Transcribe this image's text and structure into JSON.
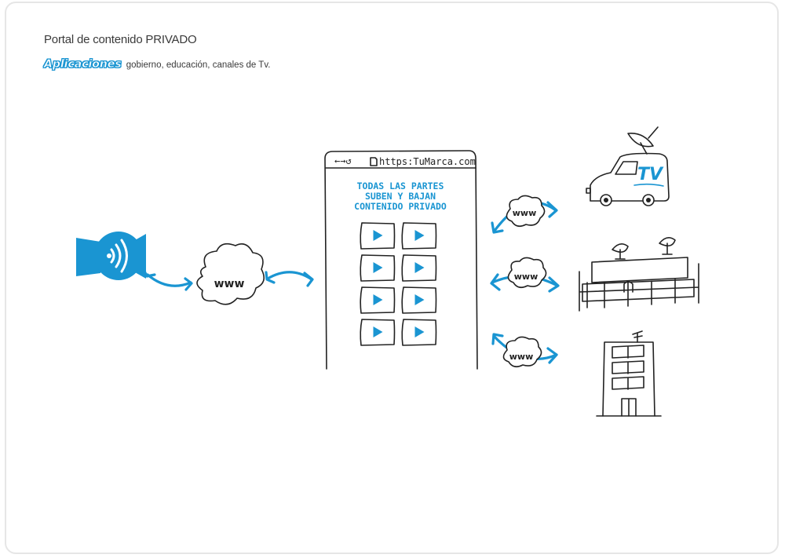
{
  "header": {
    "title": "Portal de contenido PRIVADO",
    "apps_label": "Aplicaciones",
    "apps_text": "gobierno, educación, canales de Tv."
  },
  "cloud_label": "www",
  "browser": {
    "nav_glyphs": "←→↺",
    "url": "https:TuMarca.com",
    "heading_lines": [
      "TODAS LAS PARTES",
      "SUBEN Y BAJAN",
      "CONTENIDO PRIVADO"
    ]
  },
  "tv_van_label": "TV",
  "colors": {
    "accent": "#1a95d2",
    "ink": "#222222"
  },
  "icons": [
    "broadcast-camera-icon",
    "cloud-icon",
    "play-icon",
    "tv-van-icon",
    "satellite-building-icon",
    "office-building-icon"
  ]
}
